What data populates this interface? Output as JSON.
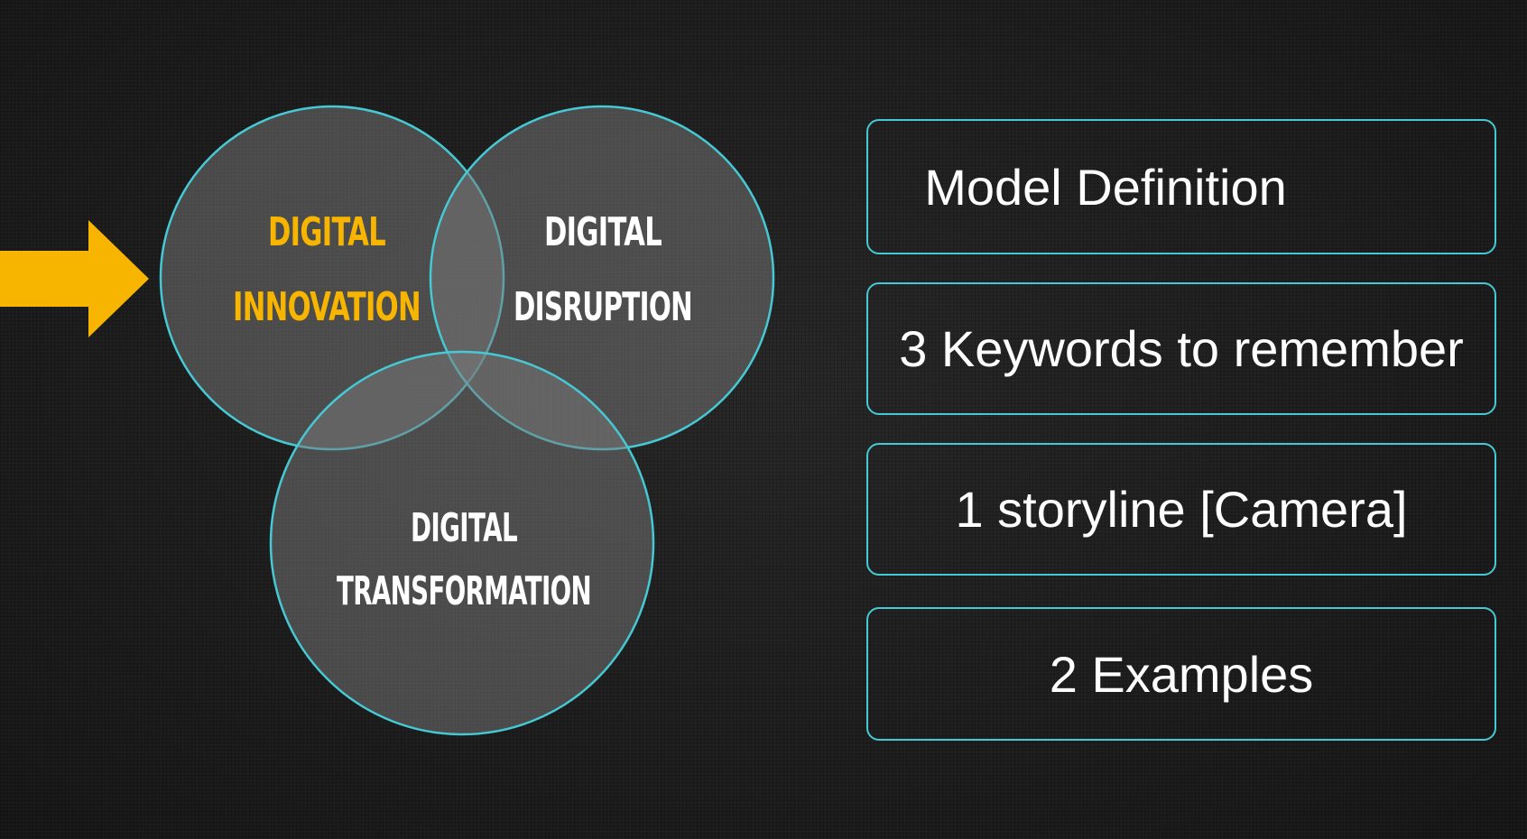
{
  "colors": {
    "background": "#1b1b1b",
    "circle_fill": "#7a7a7a",
    "circle_stroke": "#46c9d4",
    "highlight": "#f7b500",
    "text": "#ffffff"
  },
  "pointer": {
    "icon": "arrow-right-icon",
    "color": "#f7b500"
  },
  "venn": {
    "innovation": {
      "line1": "DIGITAL",
      "line2": "INNOVATION",
      "highlighted": true
    },
    "disruption": {
      "line1": "DIGITAL",
      "line2": "DISRUPTION",
      "highlighted": false
    },
    "transformation": {
      "line1": "DIGITAL",
      "line2": "TRANSFORMATION",
      "highlighted": false
    }
  },
  "agenda": {
    "items": [
      {
        "label": "Model Definition"
      },
      {
        "label": "3 Keywords to remember"
      },
      {
        "label": "1 storyline [Camera]"
      },
      {
        "label": "2 Examples"
      }
    ]
  }
}
